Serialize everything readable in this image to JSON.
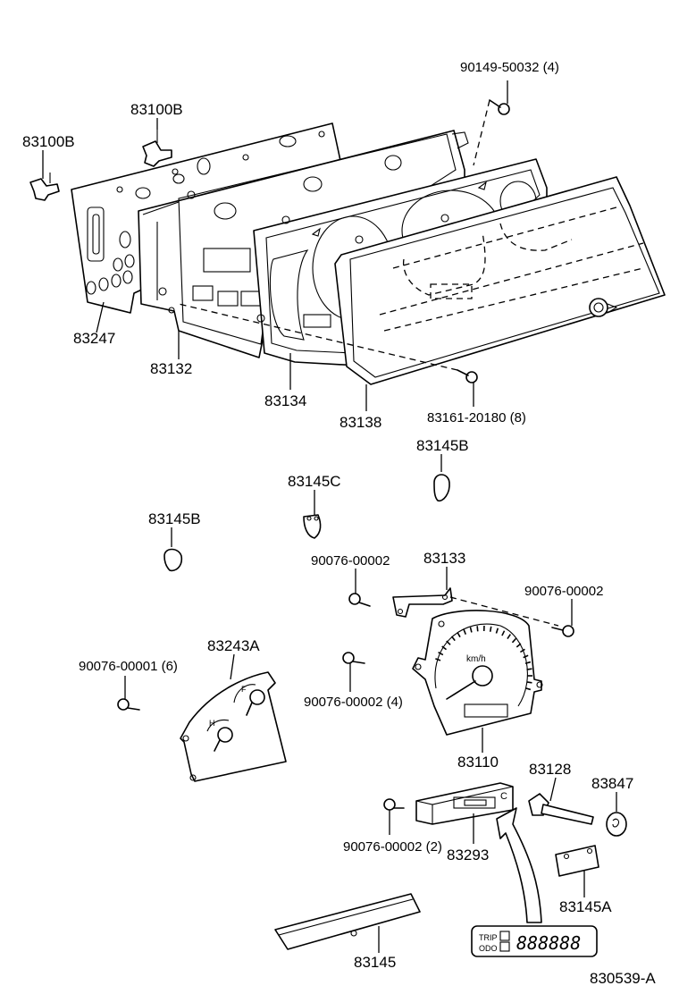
{
  "labels": {
    "p90149_50032": "90149-50032 (4)",
    "p83100B_a": "83100B",
    "p83100B_b": "83100B",
    "p83247": "83247",
    "p83132": "83132",
    "p83134": "83134",
    "p83138": "83138",
    "p83161_20180": "83161-20180 (8)",
    "p83145B_a": "83145B",
    "p83145C": "83145C",
    "p83145B_b": "83145B",
    "p90076_00002_a": "90076-00002",
    "p83133": "83133",
    "p90076_00002_b": "90076-00002",
    "p83243A": "83243A",
    "p90076_00001": "90076-00001 (6)",
    "p90076_00002_c": "90076-00002 (4)",
    "p83110": "83110",
    "p83128": "83128",
    "p83847": "83847",
    "p90076_00002_d": "90076-00002 (2)",
    "p83293": "83293",
    "p83145A": "83145A",
    "p83145": "83145",
    "figure_code": "830539-A"
  },
  "gauge_text": {
    "speed_unit": "km/h",
    "temp_h": "H",
    "fuel_f": "F",
    "lcd_trip": "TRIP",
    "lcd_odo": "ODO",
    "lcd_digits": "888888",
    "odo_module_mark": "C"
  }
}
